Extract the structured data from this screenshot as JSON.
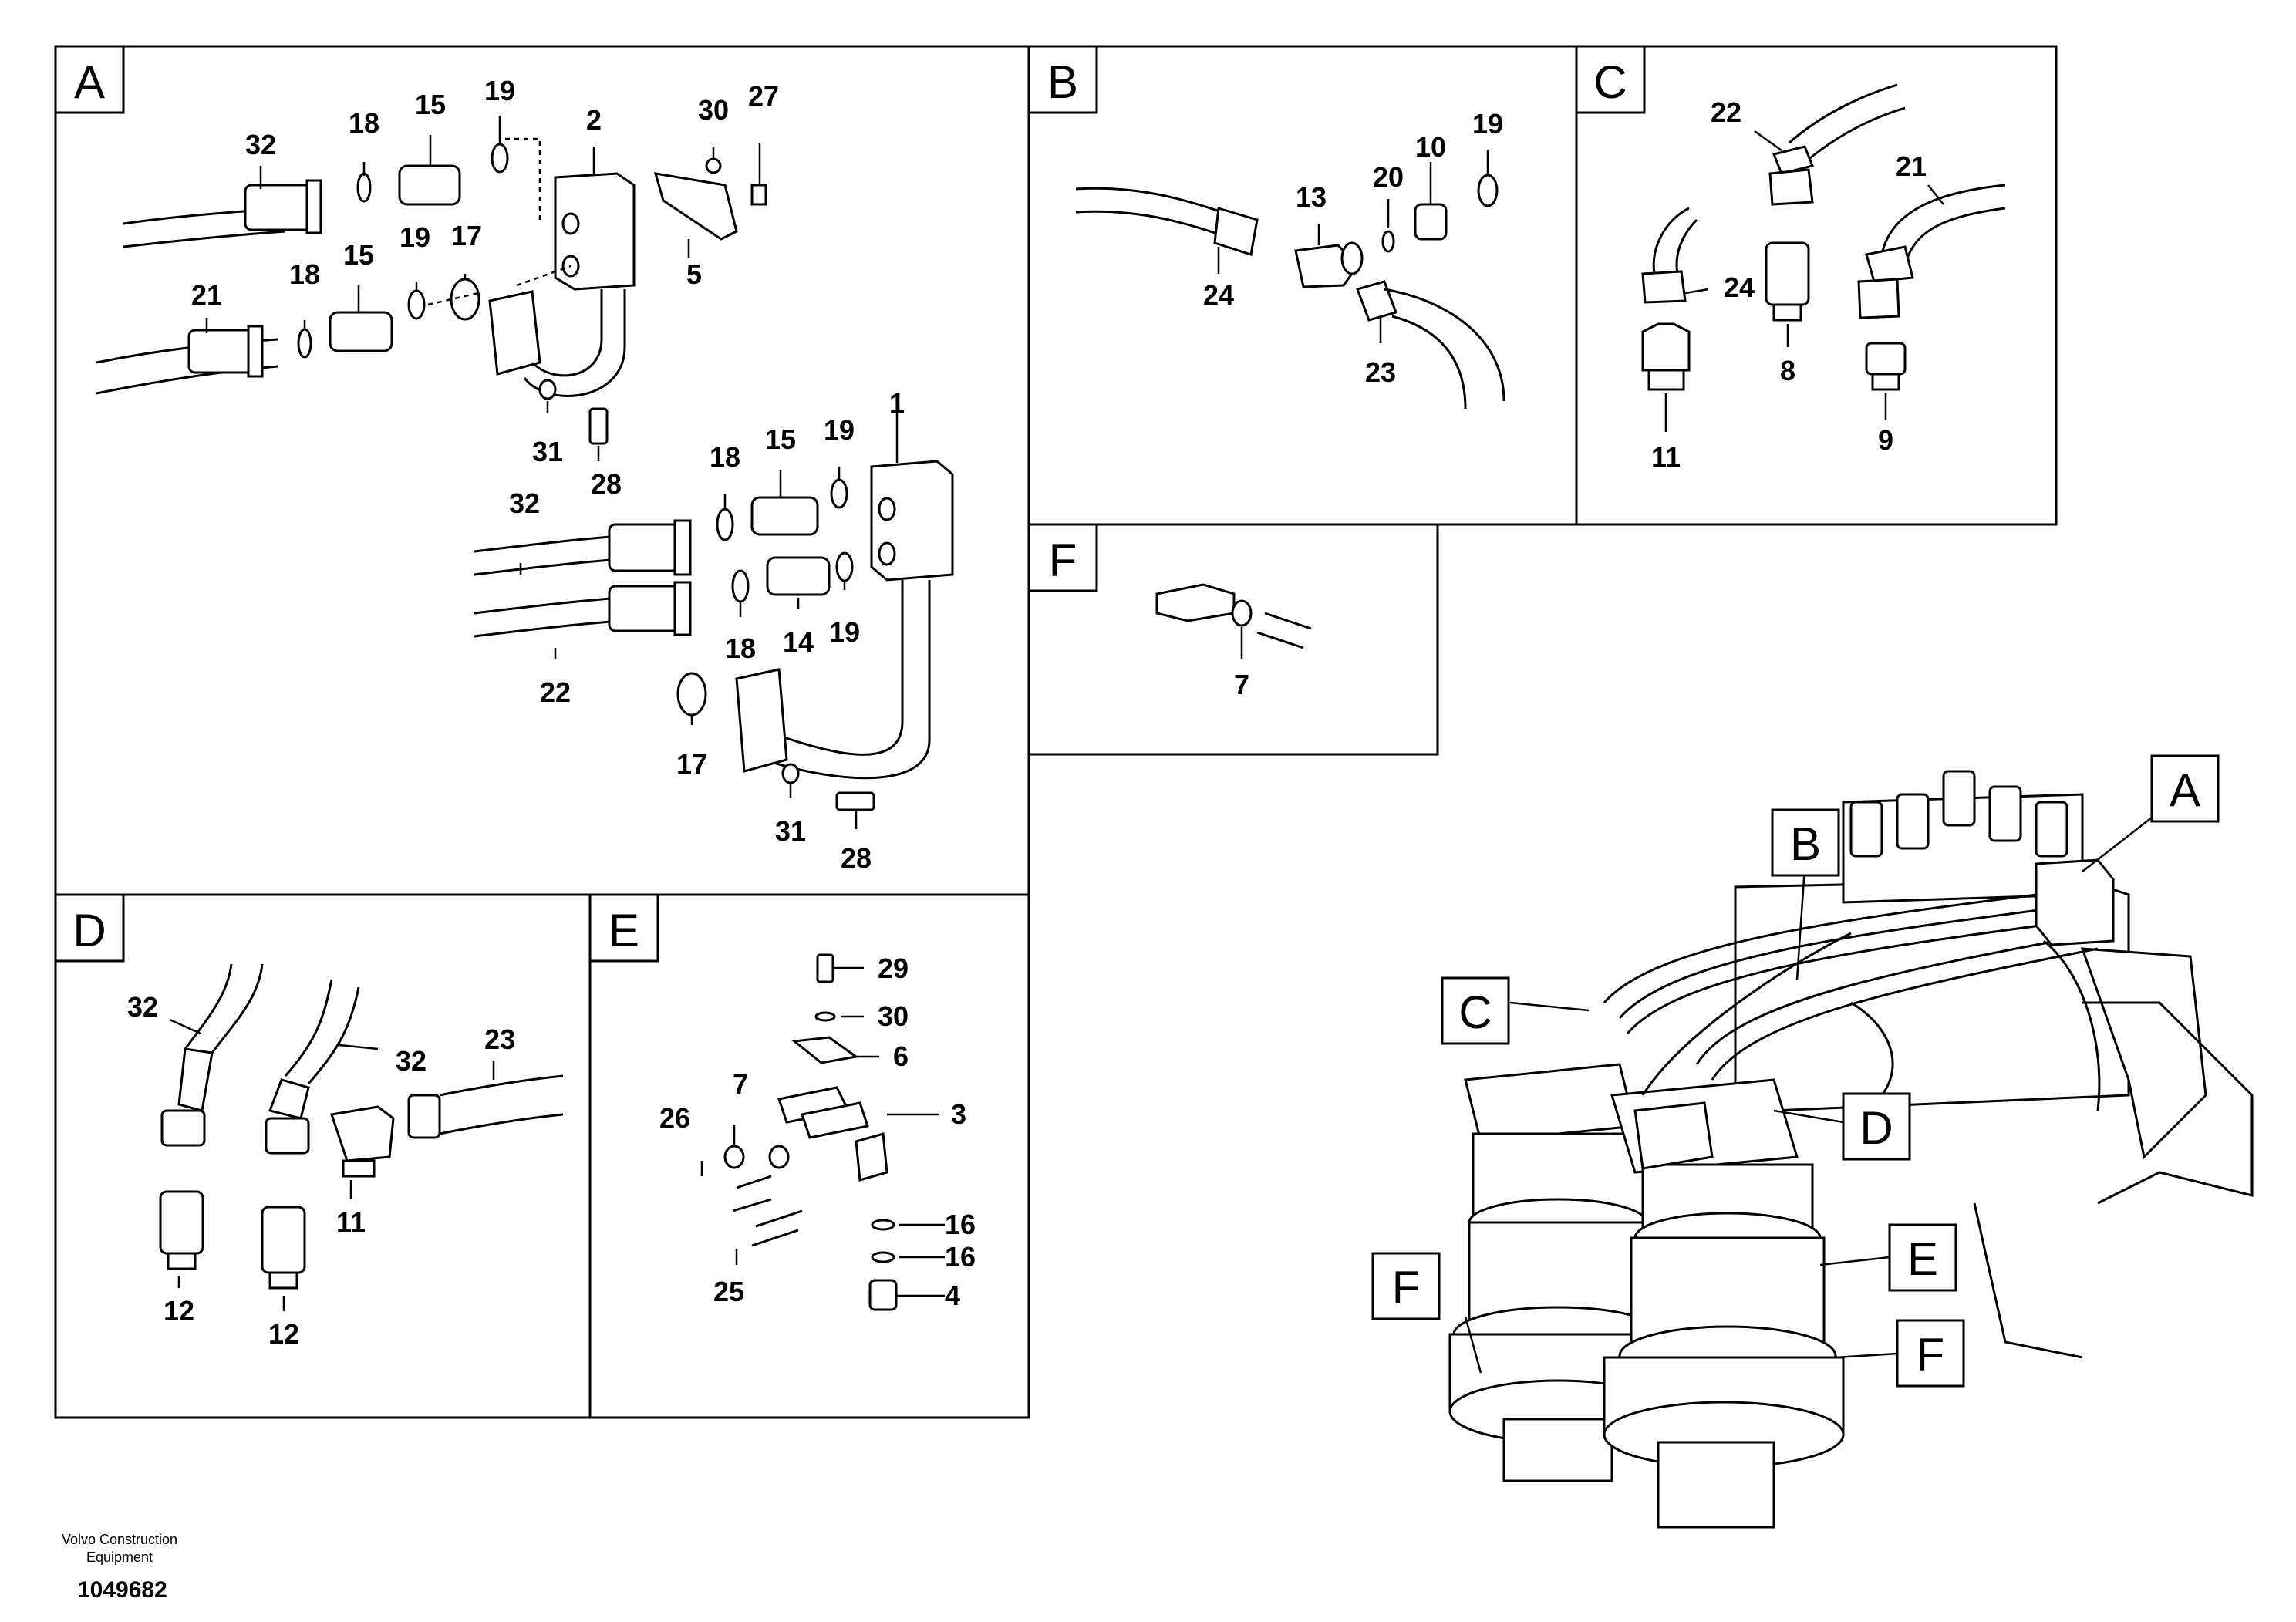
{
  "panels": {
    "A": {
      "label": "A",
      "parts": [
        "32",
        "18",
        "15",
        "19",
        "2",
        "30",
        "27",
        "21",
        "18",
        "15",
        "19",
        "17",
        "5",
        "31",
        "28",
        "1",
        "32",
        "18",
        "15",
        "19",
        "22",
        "18",
        "14",
        "19",
        "17",
        "31",
        "28"
      ]
    },
    "B": {
      "label": "B",
      "parts": [
        "24",
        "13",
        "20",
        "10",
        "19",
        "23"
      ]
    },
    "C": {
      "label": "C",
      "parts": [
        "22",
        "21",
        "24",
        "8",
        "11",
        "9"
      ]
    },
    "D": {
      "label": "D",
      "parts": [
        "32",
        "32",
        "23",
        "11",
        "12",
        "12"
      ]
    },
    "E": {
      "label": "E",
      "parts": [
        "29",
        "30",
        "6",
        "7",
        "3",
        "26",
        "25",
        "16",
        "16",
        "4"
      ]
    },
    "F": {
      "label": "F",
      "parts": [
        "7"
      ]
    }
  },
  "overview_tags": [
    "A",
    "B",
    "C",
    "D",
    "E",
    "F",
    "F"
  ],
  "footer": {
    "brand_line1": "Volvo Construction",
    "brand_line2": "Equipment",
    "drawing_number": "1049682"
  }
}
